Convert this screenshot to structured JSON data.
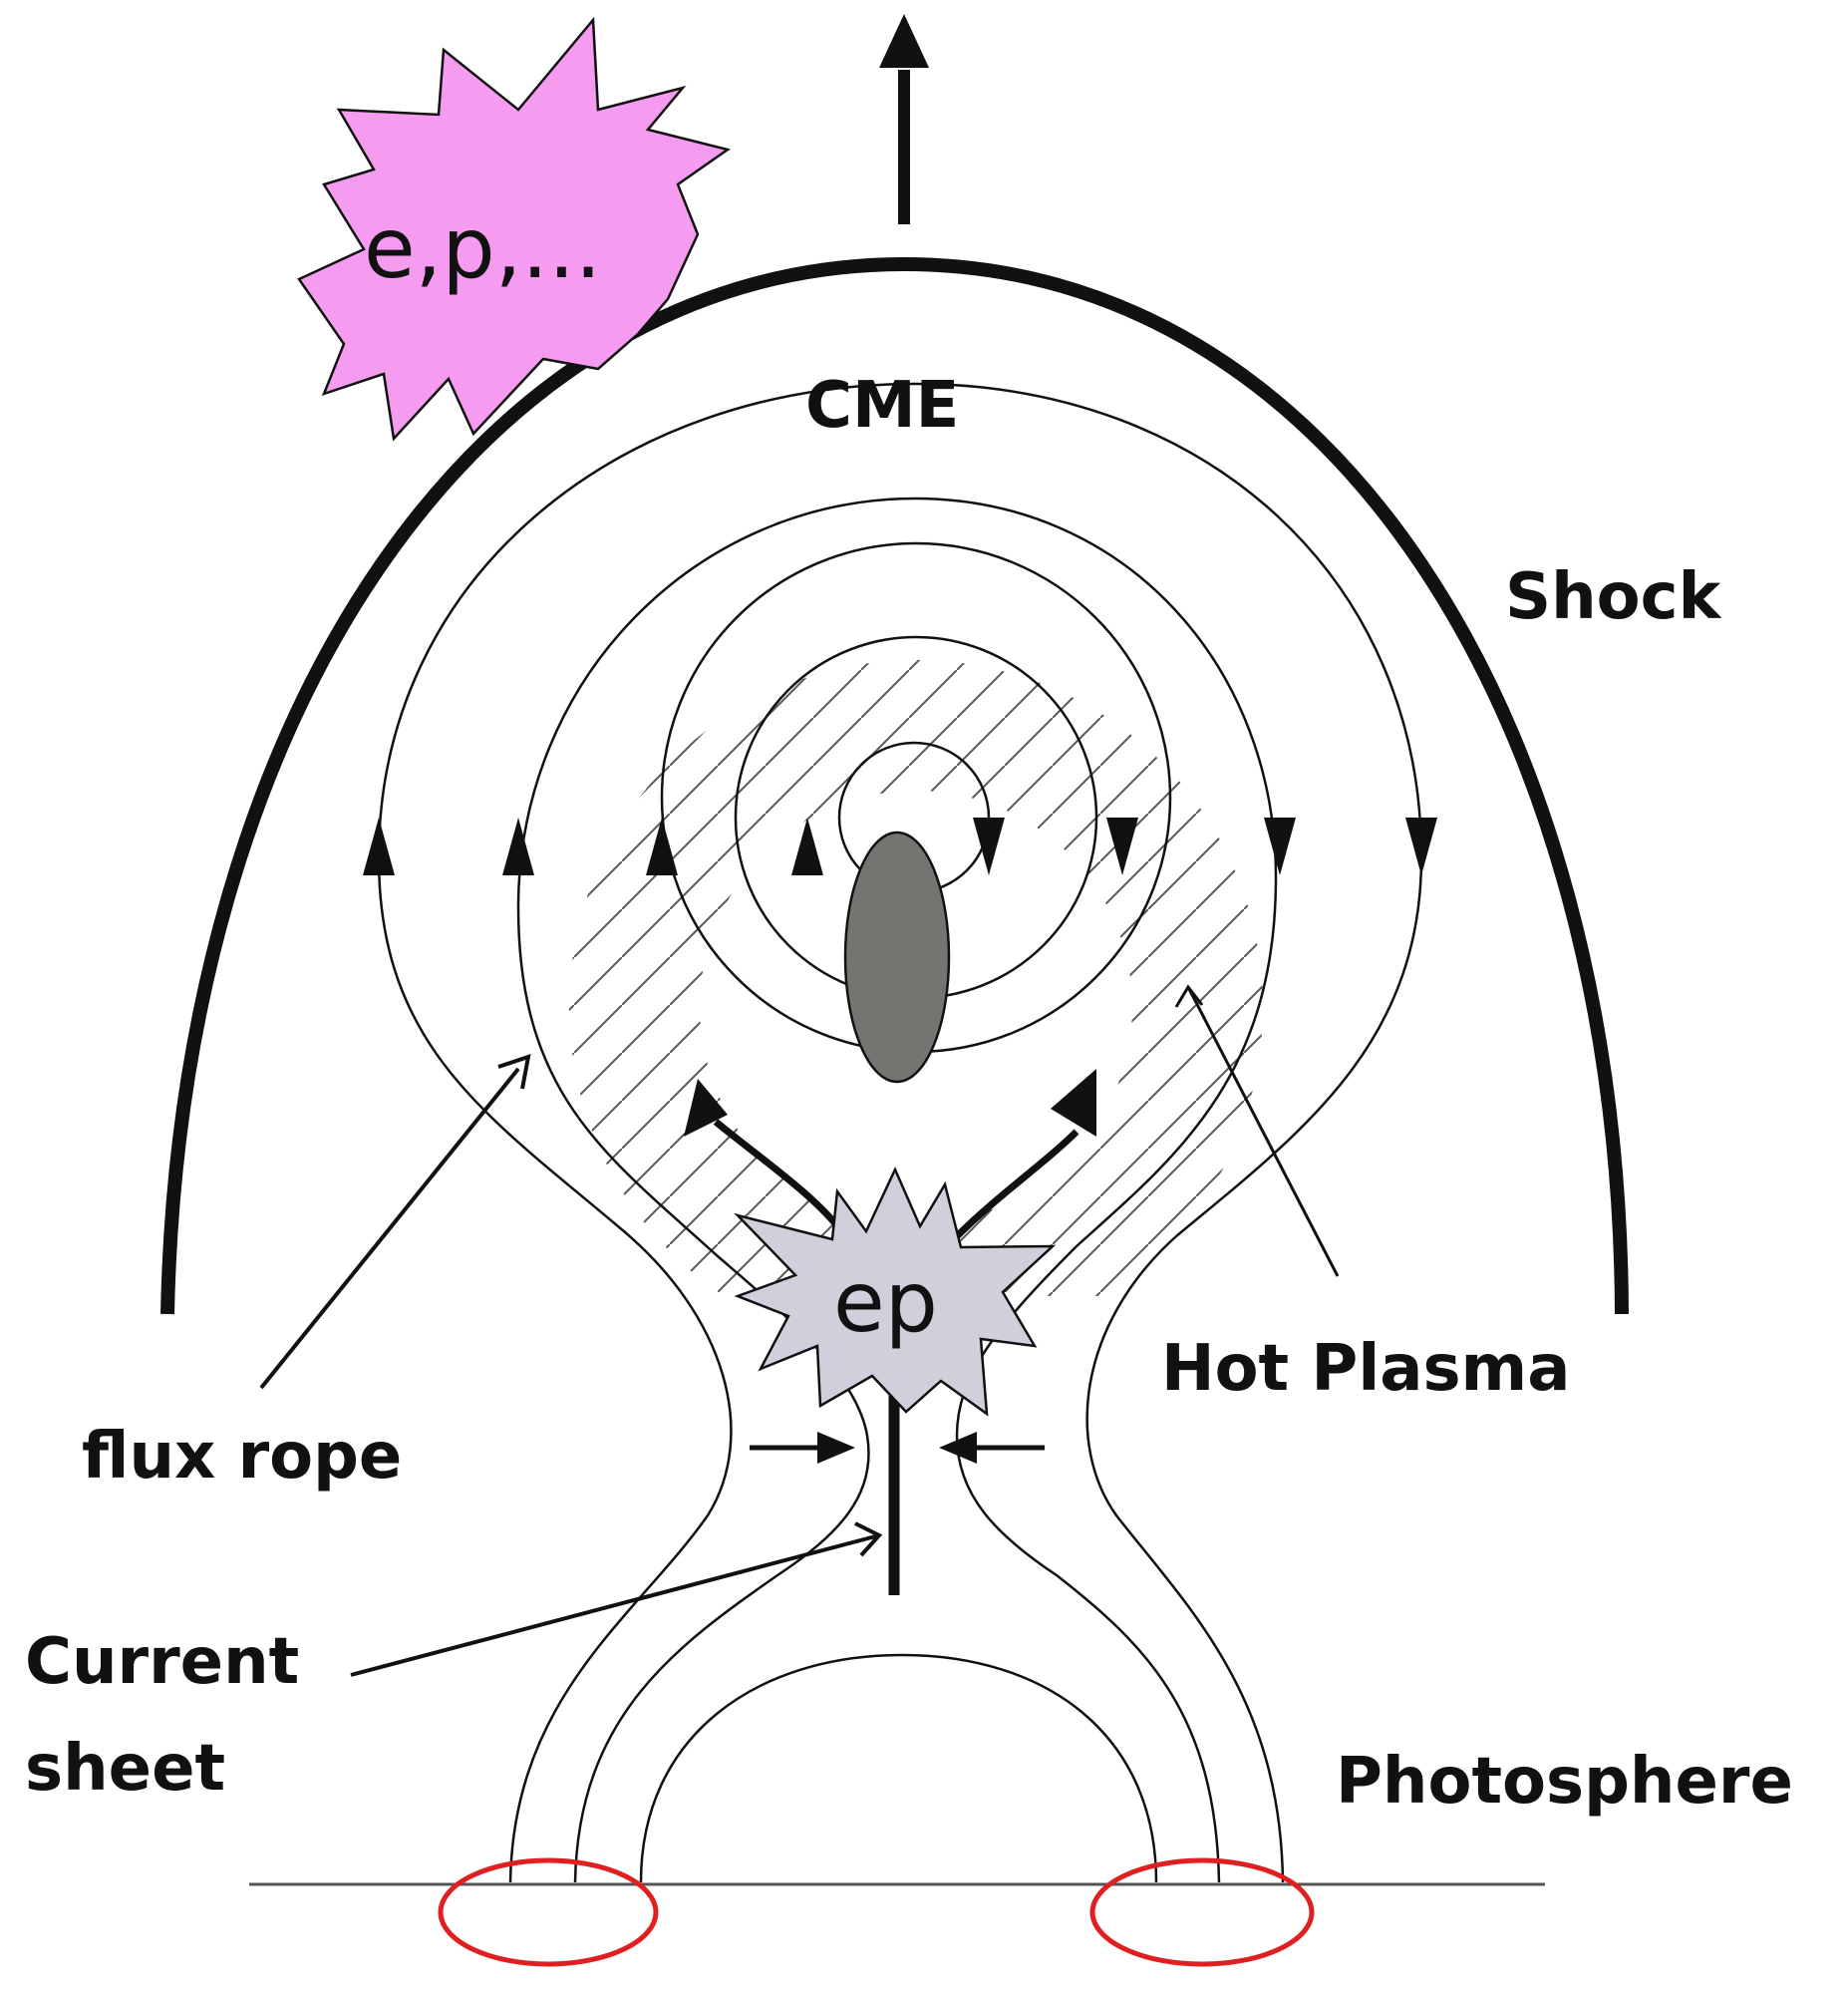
{
  "labels": {
    "cme": "CME",
    "shock": "Shock",
    "hot_plasma": "Hot Plasma",
    "flux_rope": "flux rope",
    "current_sheet_line1": "Current",
    "current_sheet_line2": "sheet",
    "photosphere": "Photosphere",
    "particles_burst": "e,p,...",
    "ep_burst": "ep"
  },
  "colors": {
    "line": "#111111",
    "particle_burst_fill": "#f59cf0",
    "ep_burst_fill": "#cfd0dc",
    "core_fill": "#767470",
    "footpoint_ring": "#e02020",
    "photosphere_line": "#555555"
  }
}
